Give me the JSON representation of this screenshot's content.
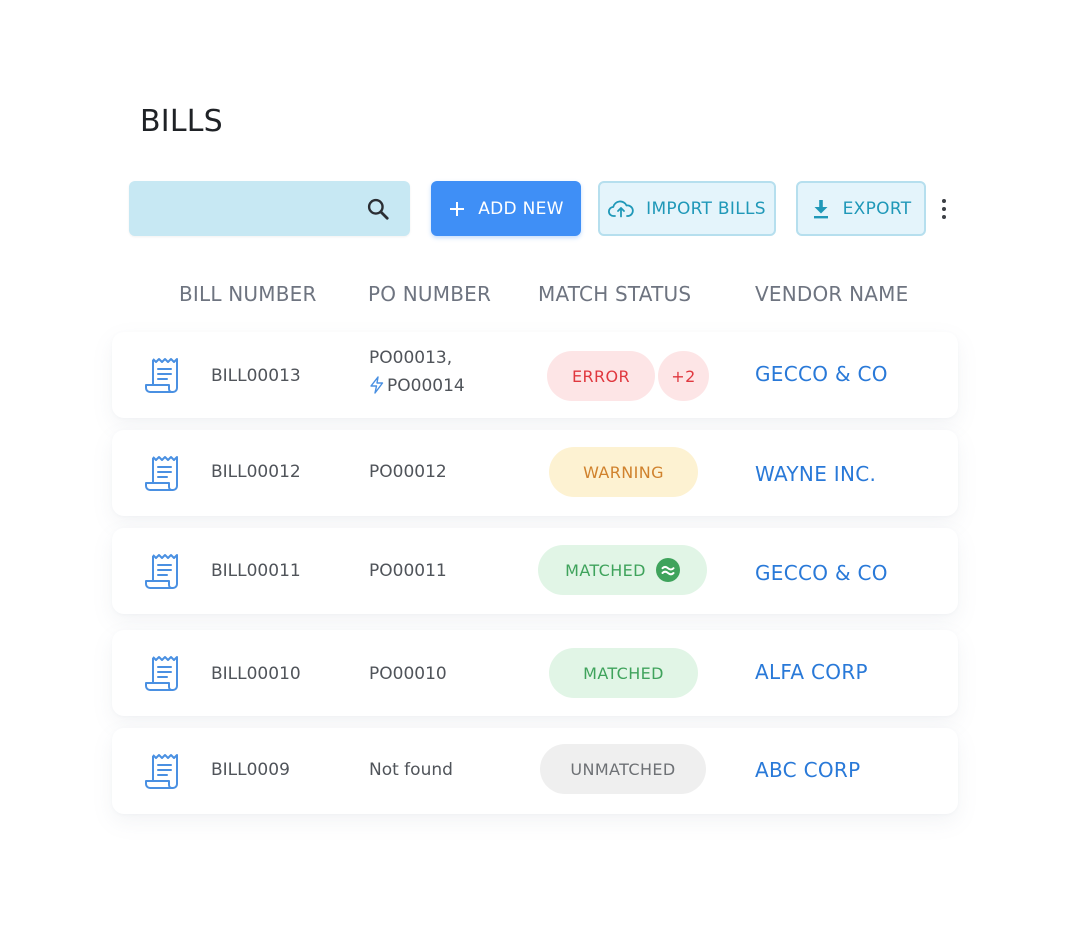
{
  "page": {
    "title": "BILLS"
  },
  "toolbar": {
    "search": {
      "value": "",
      "placeholder": ""
    },
    "add_label": "ADD NEW",
    "import_label": "IMPORT BILLS",
    "export_label": "EXPORT"
  },
  "table": {
    "columns": [
      "BILL NUMBER",
      "PO NUMBER",
      "MATCH STATUS",
      "VENDOR NAME"
    ],
    "rows": [
      {
        "bill": "BILL00013",
        "po_line1": "PO00013,",
        "po_line2": "PO00014",
        "status": "ERROR",
        "extra": "+2",
        "vendor": "GECCO & CO"
      },
      {
        "bill": "BILL00012",
        "po": "PO00012",
        "status": "WARNING",
        "vendor": "WAYNE INC."
      },
      {
        "bill": "BILL00011",
        "po": "PO00011",
        "status": "MATCHED",
        "vendor": "GECCO & CO"
      },
      {
        "bill": "BILL00010",
        "po": "PO00010",
        "status": "MATCHED",
        "vendor": "ALFA CORP"
      },
      {
        "bill": "BILL0009",
        "po": "Not found",
        "status": "UNMATCHED",
        "vendor": "ABC CORP"
      }
    ]
  },
  "colors": {
    "accent": "#3f8ff6",
    "vendor_link": "#2979d8",
    "error": "#e0383f",
    "warning": "#d0822d",
    "matched": "#3fa35c",
    "unmatched": "#6e7175"
  },
  "icons": {
    "search": "search-icon",
    "add": "plus-icon",
    "import": "cloud-upload-icon",
    "export": "download-icon",
    "more": "more-vertical-icon",
    "bill": "receipt-icon",
    "linked_po": "lightning-icon",
    "matched_badge": "approx-equal-icon"
  }
}
